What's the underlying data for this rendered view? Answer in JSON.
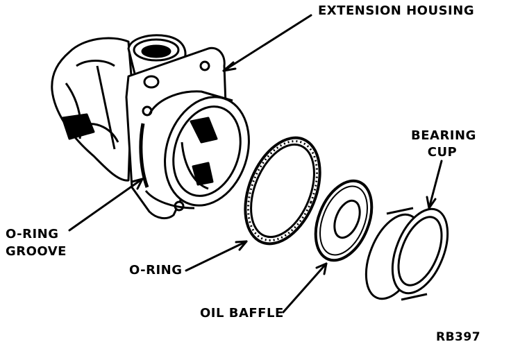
{
  "labels": {
    "extension_housing": "EXTENSION HOUSING",
    "bearing_cup_line1": "BEARING",
    "bearing_cup_line2": "CUP",
    "o_ring_groove_line1": "O-RING",
    "o_ring_groove_line2": "GROOVE",
    "o_ring": "O-RING",
    "oil_baffle": "OIL BAFFLE",
    "figure_code": "RB397"
  },
  "colors": {
    "ink": "#000000",
    "paper": "#ffffff"
  }
}
